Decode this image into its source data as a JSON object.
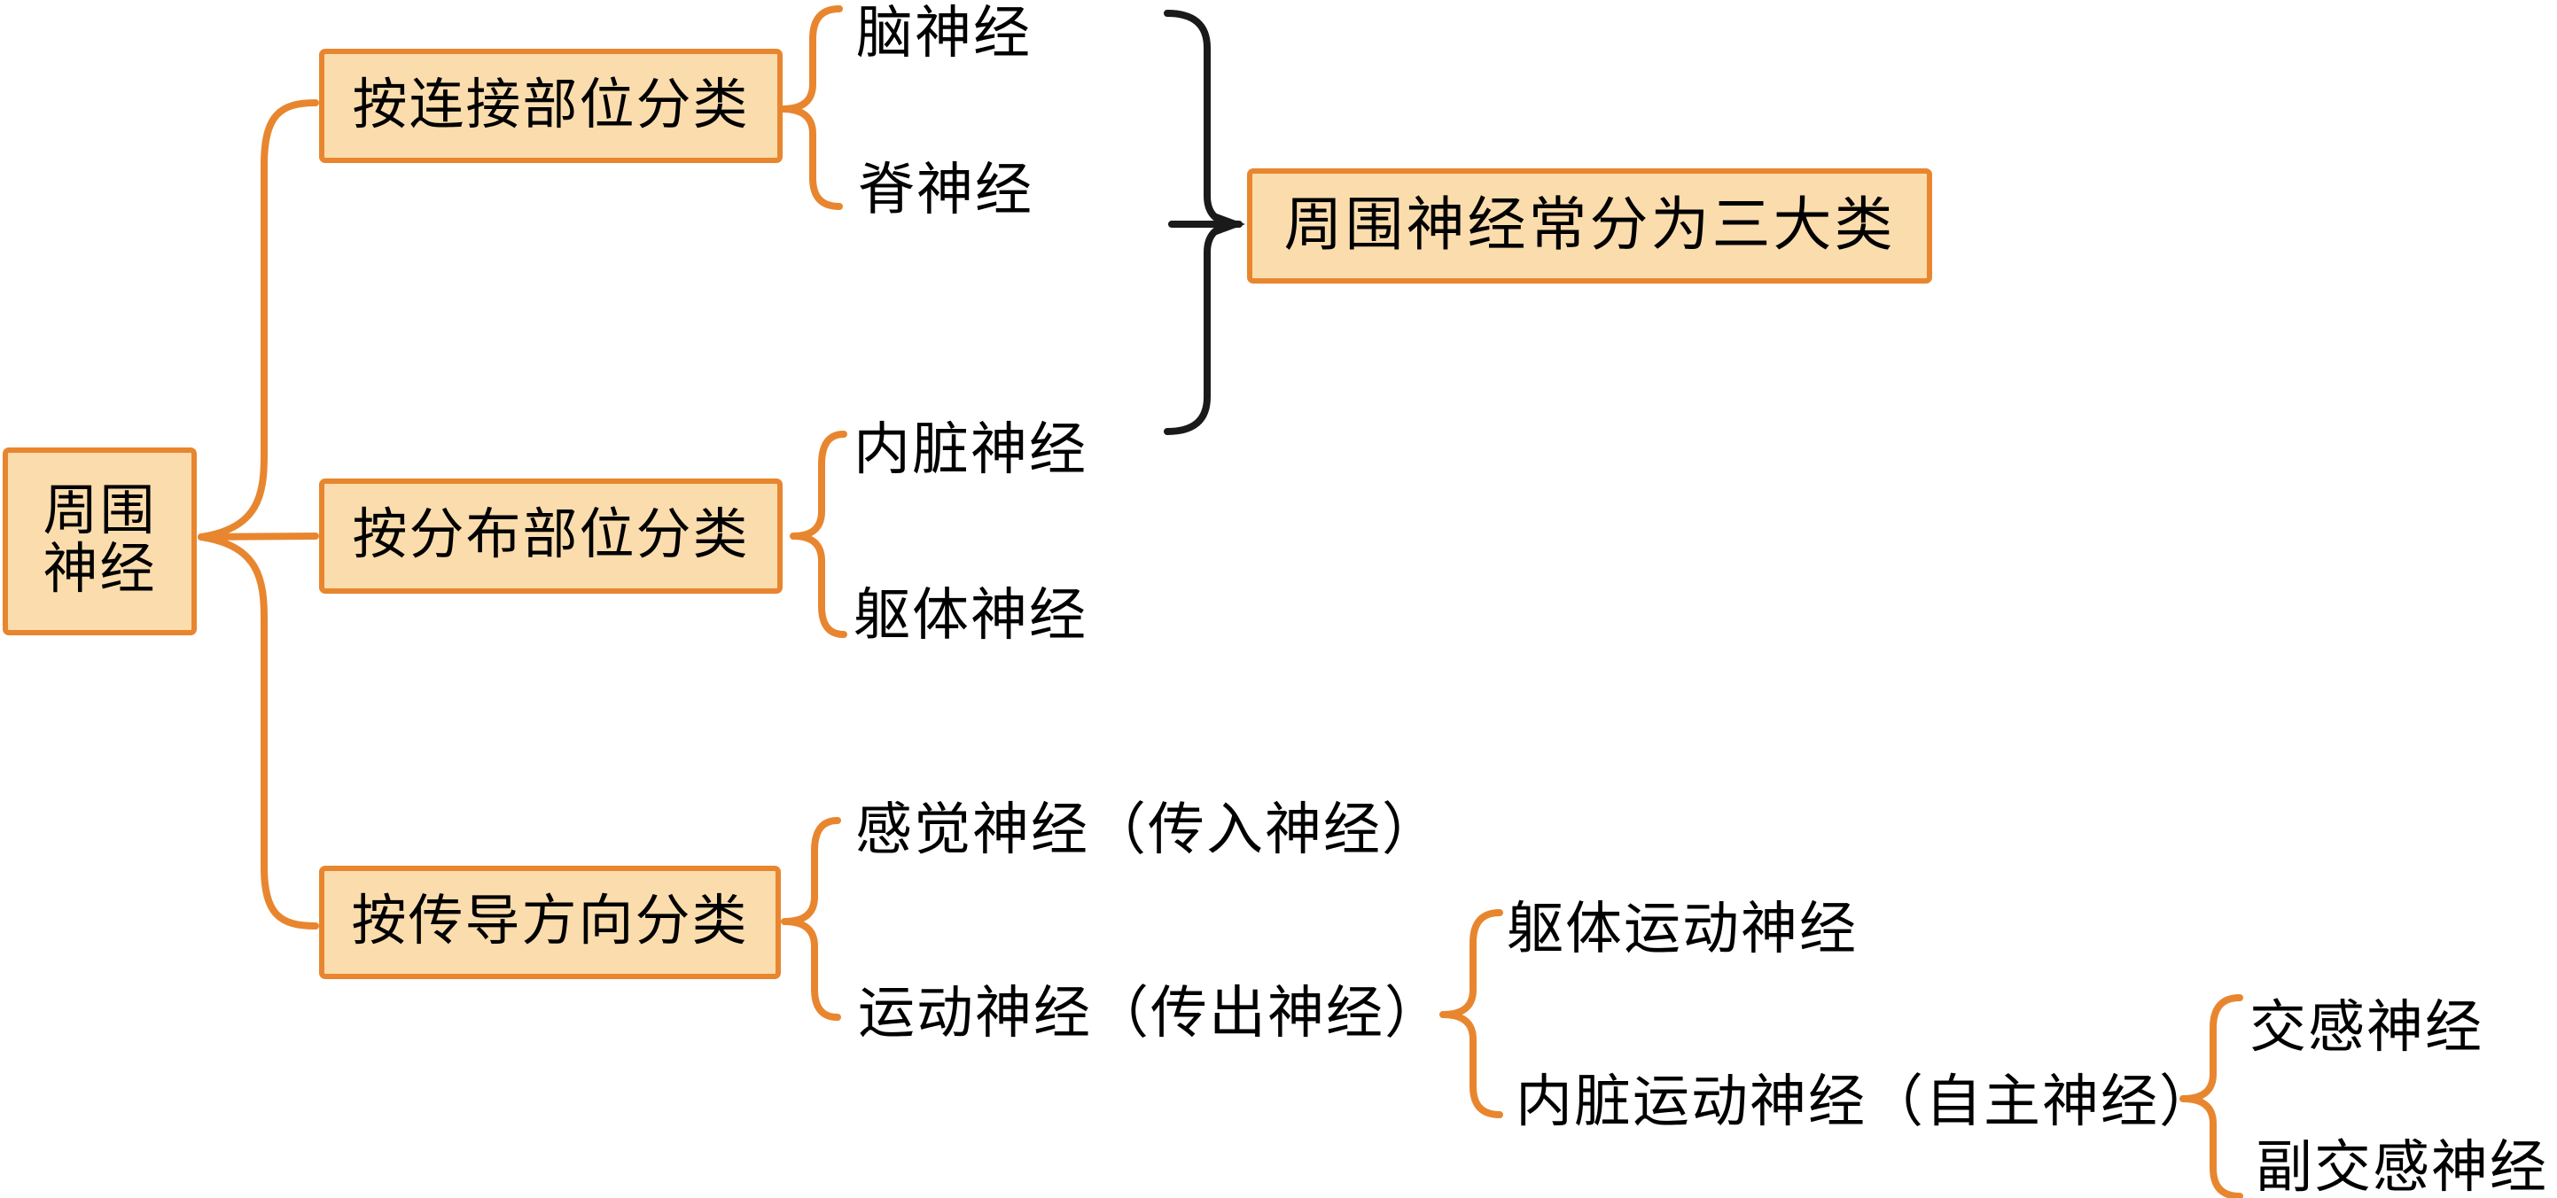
{
  "colors": {
    "box_fill": "#FBDCAD",
    "box_border": "#E8862F",
    "connector_orange": "#E8862F",
    "connector_black": "#1A1A1A",
    "text": "#000000"
  },
  "root": {
    "label": "周围神经"
  },
  "branches": [
    {
      "label": "按连接部位分类",
      "children": [
        "脑神经",
        "脊神经"
      ]
    },
    {
      "label": "按分布部位分类",
      "children": [
        "内脏神经",
        "躯体神经"
      ]
    },
    {
      "label": "按传导方向分类",
      "children": [
        "感觉神经（传入神经）",
        "运动神经（传出神经）"
      ]
    }
  ],
  "summary": {
    "label": "周围神经常分为三大类"
  },
  "motor_subtypes": [
    "躯体运动神经",
    "内脏运动神经（自主神经）"
  ],
  "autonomic_subtypes": [
    "交感神经",
    "副交感神经"
  ]
}
